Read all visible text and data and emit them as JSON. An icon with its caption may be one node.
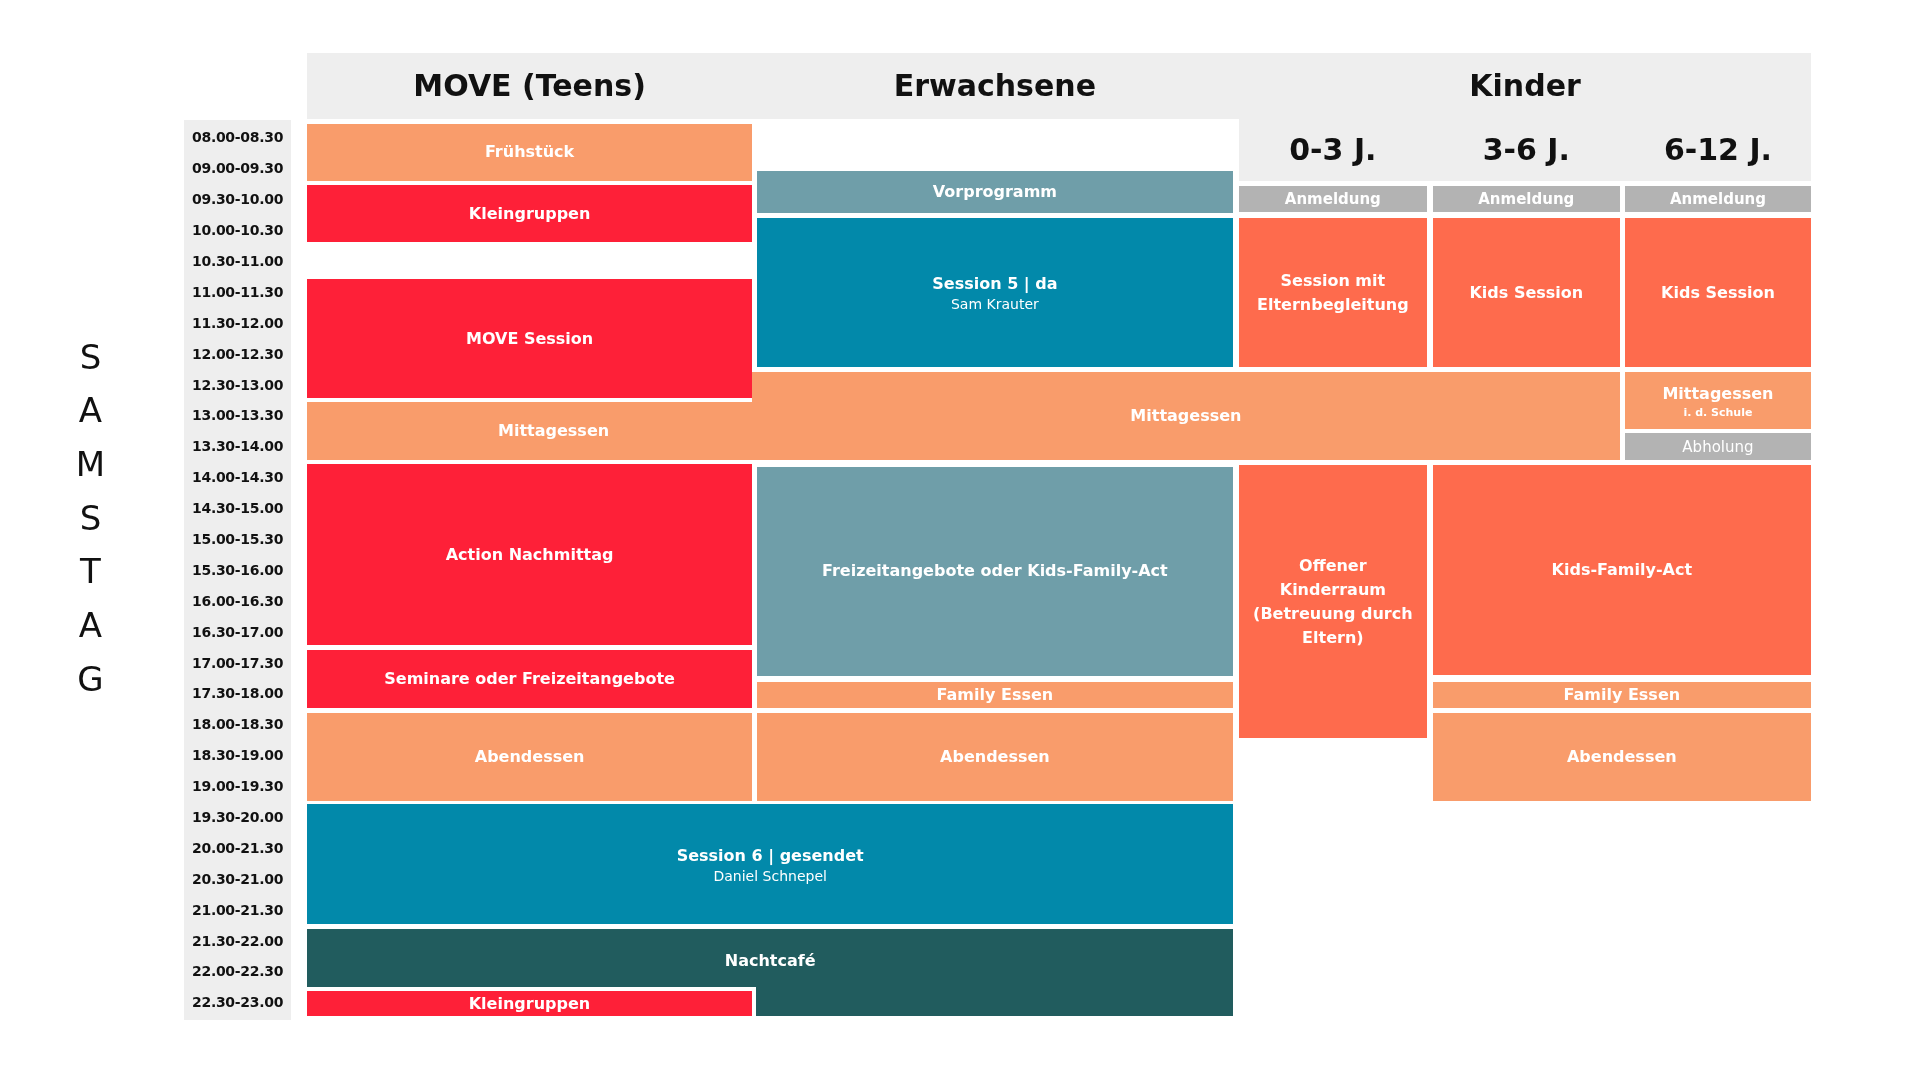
{
  "diagram": {
    "nodes": [
      {
        "text": [
          "Frühstück"
        ]
      },
      {
        "text": [
          "Kleingruppen"
        ]
      },
      {
        "text": [
          "Vorprogramm"
        ]
      },
      {
        "text": [
          "Anmeldung"
        ]
      },
      {
        "text": [
          "Anmeldung"
        ]
      },
      {
        "text": [
          "Anmeldung"
        ]
      },
      {
        "text": [
          "Session 5 | da",
          "Sam Krauter"
        ]
      },
      {
        "text": [
          "Session mit Elternbegleitung"
        ]
      },
      {
        "text": [
          "Kids Session"
        ]
      },
      {
        "text": [
          "Kids Session"
        ]
      },
      {
        "text": [
          "MOVE Session"
        ]
      },
      {
        "text": [
          "Mittagessen"
        ]
      },
      {
        "text": [
          "Mittagessen",
          "i. d. Schule"
        ]
      },
      {
        "text": [
          "Mittagessen"
        ]
      },
      {
        "text": [
          "Abholung"
        ]
      },
      {
        "text": [
          "Action Nachmittag"
        ]
      },
      {
        "text": [
          "Freizeitangebote oder Kids-Family-Act"
        ]
      },
      {
        "text": [
          "Offener Kinderraum (Betreuung durch Eltern)"
        ]
      },
      {
        "text": [
          "Kids-Family-Act"
        ]
      },
      {
        "text": [
          "Seminare oder Freizeitangebote"
        ]
      },
      {
        "text": [
          "Family Essen"
        ]
      },
      {
        "text": [
          "Family Essen"
        ]
      },
      {
        "text": [
          "Abendessen"
        ]
      },
      {
        "text": [
          "Abendessen"
        ]
      },
      {
        "text": [
          "Abendessen"
        ]
      },
      {
        "text": [
          "Session 6 | gesendet",
          "Daniel Schnepel"
        ]
      },
      {
        "text": [
          "Nachtcafé"
        ]
      },
      {
        "text": [
          "Kleingruppen"
        ],
        "in": 26
      }
    ],
    "edges": [],
    "labels": [
      "MOVE (Teens)",
      "Erwachsene",
      "Kinder",
      "0-3 J.",
      "3-6 J.",
      "6-12 J.",
      "SAMSTAG",
      "08.00-08.30",
      "09.00-09.30",
      "09.30-10.00",
      "10.00-10.30",
      "10.30-11.00",
      "11.00-11.30",
      "11.30-12.00",
      "12.00-12.30",
      "12.30-13.00",
      "13.00-13.30",
      "13.30-14.00",
      "14.00-14.30",
      "14.30-15.00",
      "15.00-15.30",
      "15.30-16.00",
      "16.00-16.30",
      "16.30-17.00",
      "17.00-17.30",
      "17.30-18.00",
      "18.00-18.30",
      "18.30-19.00",
      "19.00-19.30",
      "19.30-20.00",
      "20.00-21.30",
      "20.30-21.00",
      "21.00-21.30",
      "21.30-22.00",
      "22.00-22.30",
      "22.30-23.00"
    ]
  }
}
